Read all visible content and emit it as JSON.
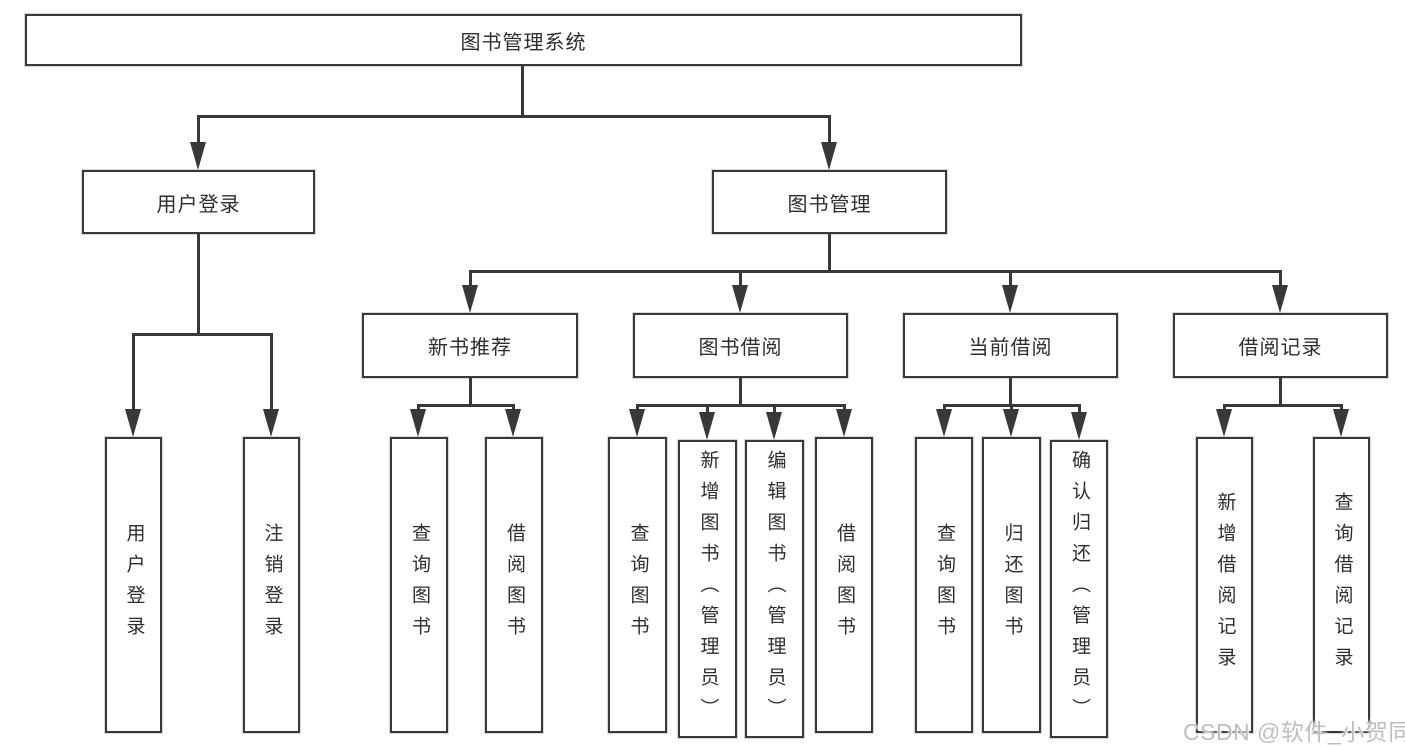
{
  "diagram": {
    "watermark": "CSDN @软件_小贺同学",
    "colors": {
      "line": "#383838",
      "text": "#2e2e2e",
      "background": "#ffffff",
      "watermark": "#bfbebe"
    },
    "tree": {
      "root": {
        "label": "图书管理系统",
        "children": [
          {
            "label": "用户登录",
            "children": [
              {
                "label": "用户登录"
              },
              {
                "label": "注销登录"
              }
            ]
          },
          {
            "label": "图书管理",
            "children": [
              {
                "label": "新书推荐",
                "children": [
                  {
                    "label": "查询图书"
                  },
                  {
                    "label": "借阅图书"
                  }
                ]
              },
              {
                "label": "图书借阅",
                "children": [
                  {
                    "label": "查询图书"
                  },
                  {
                    "label": "新增图书（管理员）"
                  },
                  {
                    "label": "编辑图书（管理员）"
                  },
                  {
                    "label": "借阅图书"
                  }
                ]
              },
              {
                "label": "当前借阅",
                "children": [
                  {
                    "label": "查询图书"
                  },
                  {
                    "label": "归还图书"
                  },
                  {
                    "label": "确认归还（管理员）"
                  }
                ]
              },
              {
                "label": "借阅记录",
                "children": [
                  {
                    "label": "新增借阅记录"
                  },
                  {
                    "label": "查询借阅记录"
                  }
                ]
              }
            ]
          }
        ]
      }
    }
  }
}
